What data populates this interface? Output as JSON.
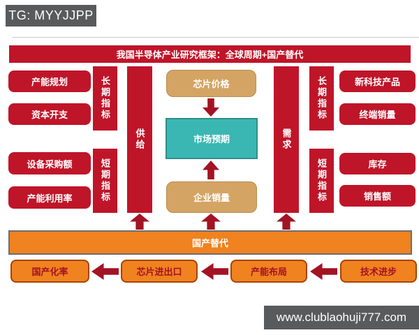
{
  "badges": {
    "tg": "TG: MYYJJPP",
    "website": "www.clublaohuji777.com"
  },
  "diagram": {
    "title": "我国半导体产业研究框架：全球周期+国产替代",
    "supply": {
      "axis_label": "供给",
      "long_term": {
        "label": "长期指标",
        "items": [
          "产能规划",
          "资本开支"
        ]
      },
      "short_term": {
        "label": "短期指标",
        "items": [
          "设备采购额",
          "产能利用率"
        ]
      }
    },
    "demand": {
      "axis_label": "需求",
      "long_term": {
        "label": "长期指标",
        "items": [
          "新科技产品",
          "终端销量"
        ]
      },
      "short_term": {
        "label": "短期指标",
        "items": [
          "库存",
          "销售额"
        ]
      }
    },
    "center": {
      "chip_price": "芯片价格",
      "market_expectation": "市场预期",
      "company_sales": "企业销量"
    },
    "substitution": {
      "bar": "国产替代",
      "flow": [
        "国产化率",
        "芯片进出口",
        "产能布局",
        "技术进步"
      ]
    },
    "colors": {
      "crimson": "#bf1529",
      "dark_red_arrow": "#a31323",
      "tan": "#d4a464",
      "teal": "#3ab7b3",
      "orange": "#f0821f",
      "badge_gray": "#595a5c"
    }
  }
}
